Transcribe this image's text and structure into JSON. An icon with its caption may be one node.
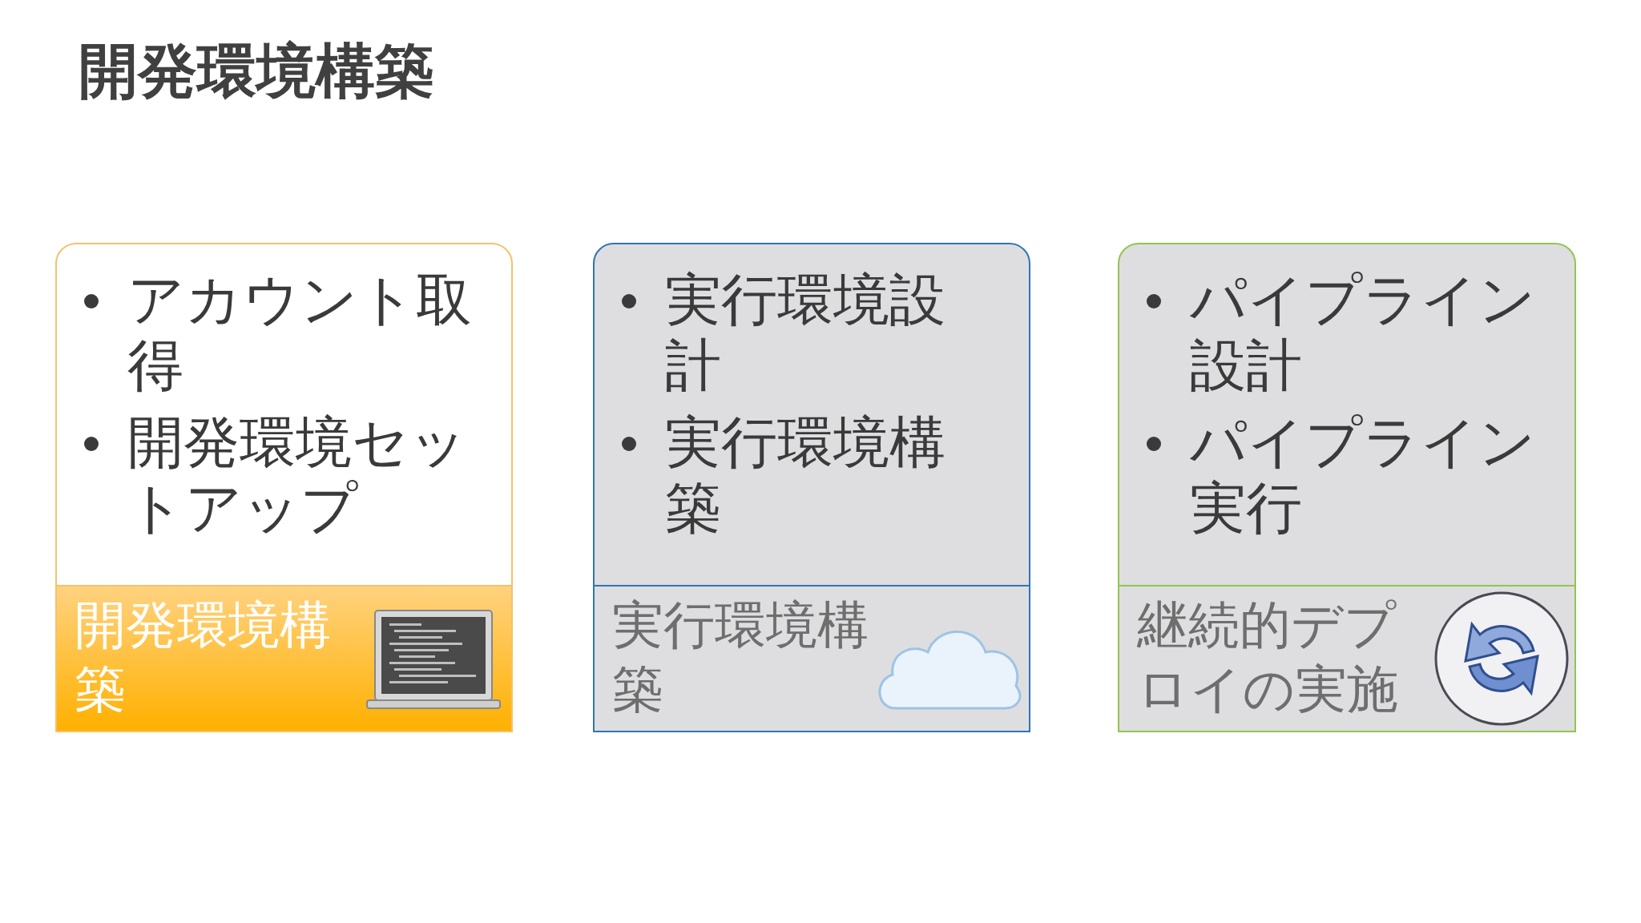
{
  "diagram": {
    "title": "開発環境構築",
    "nodes": [
      {
        "text": [
          "アカウント取得",
          "開発環境セットアップ"
        ]
      },
      {
        "text": [
          "開発環境構築"
        ],
        "in": 0
      },
      {
        "text": [
          "実行環境設計",
          "実行環境構築"
        ]
      },
      {
        "text": [
          "実行環境構築"
        ],
        "in": 2
      },
      {
        "text": [
          "パイプライン設計",
          "パイプライン実行"
        ]
      },
      {
        "text": [
          "継続的デプロイの実施"
        ],
        "in": 4
      }
    ]
  }
}
